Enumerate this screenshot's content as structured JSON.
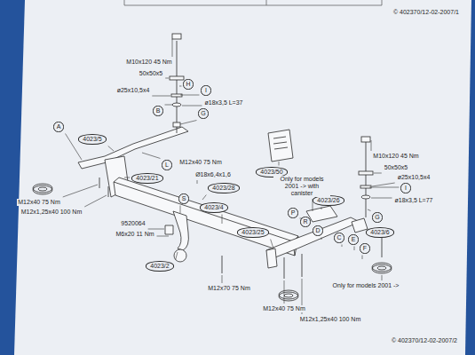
{
  "diagram": {
    "nodes": [
      {
        "text": [
          "H"
        ]
      },
      {
        "text": [
          "I"
        ]
      },
      {
        "text": [
          "B"
        ]
      },
      {
        "text": [
          "G"
        ]
      },
      {
        "text": [
          "A"
        ]
      },
      {
        "text": [
          "4023/5"
        ]
      },
      {
        "text": [
          "L"
        ]
      },
      {
        "text": [
          "4023/21"
        ]
      },
      {
        "text": [
          "4023/50"
        ]
      },
      {
        "text": [
          "4023/28"
        ]
      },
      {
        "text": [
          "S"
        ]
      },
      {
        "text": [
          "4023/4"
        ]
      },
      {
        "text": [
          "I"
        ]
      },
      {
        "text": [
          "4023/26"
        ]
      },
      {
        "text": [
          "P"
        ]
      },
      {
        "text": [
          "R"
        ]
      },
      {
        "text": [
          "G"
        ]
      },
      {
        "text": [
          "D"
        ]
      },
      {
        "text": [
          "4023/25"
        ]
      },
      {
        "text": [
          "4023/6"
        ]
      },
      {
        "text": [
          "C"
        ]
      },
      {
        "text": [
          "E"
        ]
      },
      {
        "text": [
          "F"
        ]
      },
      {
        "text": [
          "4023/2"
        ]
      }
    ],
    "labels": [
      "© 402370/12-02-2007/1",
      "M10x120 45 Nm",
      "50x50x5",
      "ø25x10,5x4",
      "ø18x3,5 L=37",
      "M10x120 45 Nm",
      "50x50x5",
      "ø25x10,5x4",
      "ø18x3,5 L=77",
      "Only for models 2001 -> with canister",
      "M12x40 75 Nm",
      "Ø18x6,4x1,6",
      "M12x40 75 Nm",
      "M12x1,25x40 100 Nm",
      "9520064",
      "M6x20 11 Nm",
      "M12x70 75 Nm",
      "Only for models 2001 ->",
      "M12x40 75 Nm",
      "M12x1,25x40 100 Nm",
      "© 402370/12-02-2007/2"
    ]
  }
}
